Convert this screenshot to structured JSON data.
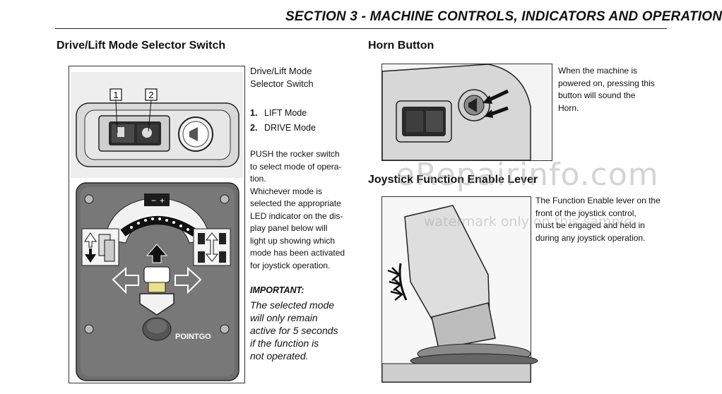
{
  "header": {
    "section_title": "SECTION 3 - MACHINE CONTROLS, INDICATORS AND OPERATION"
  },
  "drive_lift": {
    "heading": "Drive/Lift Mode Selector Switch",
    "caption_line1": "Drive/Lift Mode",
    "caption_line2": "Selector Switch",
    "items": [
      {
        "num": "1.",
        "label": "LIFT Mode"
      },
      {
        "num": "2.",
        "label": "DRIVE Mode"
      }
    ],
    "description": [
      "PUSH the rocker switch",
      "to select mode of opera-",
      "tion.",
      "Whichever mode is",
      "selected the appropriate",
      "LED indicator on the dis-",
      "play panel below will",
      "light up showing which",
      "mode has been activated",
      "for joystick operation."
    ],
    "important_label": "IMPORTANT:",
    "important_text": [
      "The selected mode",
      "will only remain",
      "active for 5 seconds",
      "if the function is",
      "not operated."
    ],
    "figure": {
      "callout_1": "1",
      "callout_2": "2",
      "battery_minus": "−",
      "battery_plus": "+",
      "brand": "POINTGO"
    }
  },
  "horn": {
    "heading": "Horn Button",
    "description": [
      "When the machine is",
      "powered on, pressing this",
      "button will sound the",
      "Horn."
    ]
  },
  "joystick": {
    "heading": "Joystick Function Enable Lever",
    "description": [
      "The Function Enable lever on the",
      "front of the joystick control,",
      "must be engaged and held in",
      "during any joystick operation."
    ]
  },
  "watermark": {
    "main": "eRepairinfo.com",
    "sub": "watermark only on this sample"
  }
}
